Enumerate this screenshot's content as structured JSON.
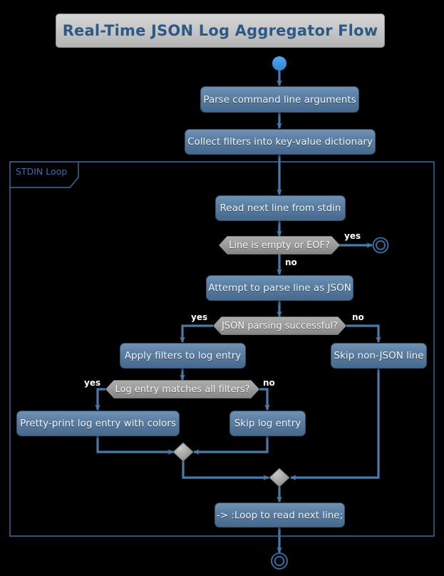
{
  "diagram": {
    "type": "uml-activity-diagram",
    "title": "Real-Time JSON Log Aggregator Flow",
    "background_color": "#000000",
    "accent_color": "#4a7ba8",
    "activity_fill_top": "#6f92b4",
    "activity_fill_bottom": "#46688d",
    "decision_fill": "#9d9d9d",
    "title_text_color": "#2d5986",
    "partition": {
      "label": "STDIN Loop",
      "border_color": "#3d6fa8"
    },
    "nodes": {
      "start": {
        "kind": "start-node",
        "shape": "filled-circle",
        "color": "#3d96e0"
      },
      "parse_args": {
        "kind": "activity",
        "label": "Parse command line arguments"
      },
      "collect_filters": {
        "kind": "activity",
        "label": "Collect filters into key-value dictionary"
      },
      "read_line": {
        "kind": "activity",
        "label": "Read next line from stdin"
      },
      "is_empty": {
        "kind": "decision",
        "label": "Line is empty or EOF?"
      },
      "end_eof": {
        "kind": "end-node",
        "shape": "double-circle"
      },
      "parse_json": {
        "kind": "activity",
        "label": "Attempt to parse line as JSON"
      },
      "json_ok": {
        "kind": "decision",
        "label": "JSON parsing successful?"
      },
      "apply_filters": {
        "kind": "activity",
        "label": "Apply filters to log entry"
      },
      "skip_non_json": {
        "kind": "activity",
        "label": "Skip non-JSON line"
      },
      "matches_filters": {
        "kind": "decision",
        "label": "Log entry matches all filters?"
      },
      "pretty_print": {
        "kind": "activity",
        "label": "Pretty-print log entry with colors"
      },
      "skip_entry": {
        "kind": "activity",
        "label": "Skip log entry"
      },
      "merge_inner": {
        "kind": "merge-node",
        "shape": "diamond"
      },
      "merge_outer": {
        "kind": "merge-node",
        "shape": "diamond"
      },
      "loop_back": {
        "kind": "activity",
        "label": "-> :Loop to read next line;"
      },
      "end_final": {
        "kind": "end-node",
        "shape": "double-circle"
      }
    },
    "edge_labels": {
      "empty_yes": "yes",
      "empty_no": "no",
      "json_yes": "yes",
      "json_no": "no",
      "filters_yes": "yes",
      "filters_no": "no"
    }
  }
}
